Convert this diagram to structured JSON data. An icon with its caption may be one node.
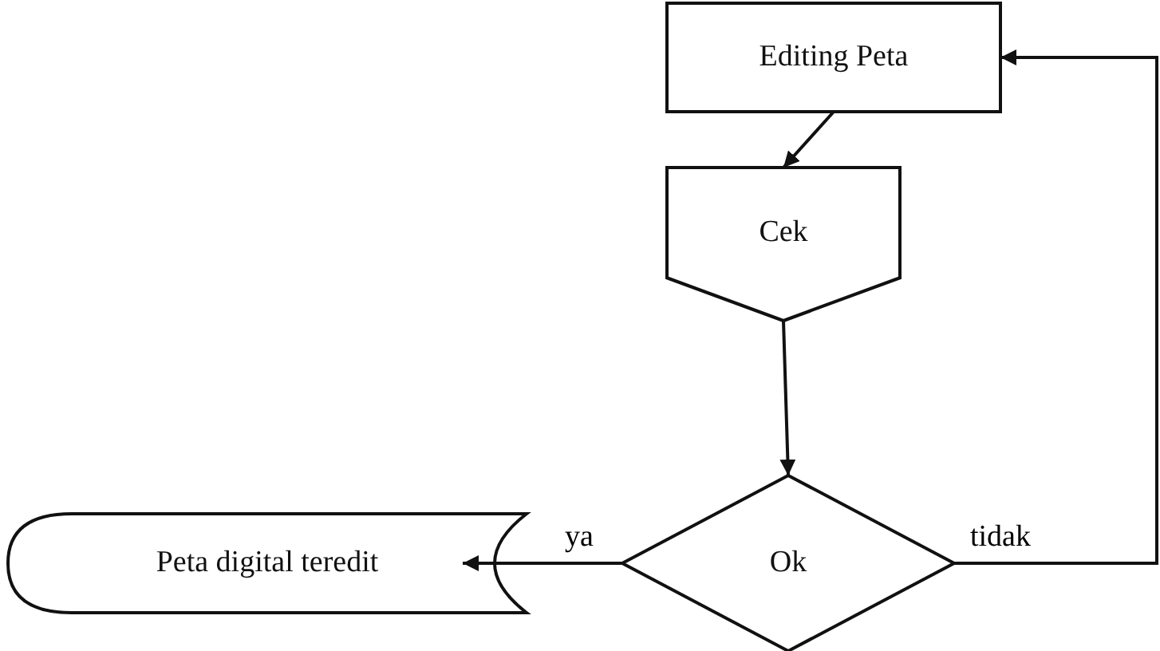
{
  "diagram": {
    "nodes": [
      {
        "text": [
          "Editing Peta"
        ]
      },
      {
        "text": [
          "Cek"
        ]
      },
      {
        "text": [
          "Ok"
        ]
      },
      {
        "text": [
          "Peta digital teredit"
        ]
      }
    ],
    "edges": [
      {
        "from": 0,
        "to": 1,
        "arrow": "to"
      },
      {
        "from": 1,
        "to": 2,
        "arrow": "to"
      },
      {
        "from": 2,
        "to": 3,
        "arrow": "to",
        "label": "ya"
      },
      {
        "from": 2,
        "to": 0,
        "arrow": "to",
        "label": "tidak"
      }
    ]
  }
}
